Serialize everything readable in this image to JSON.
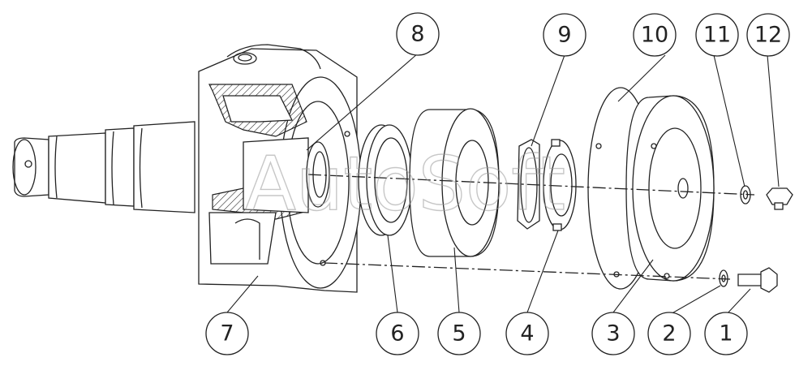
{
  "diagram": {
    "watermark": "AutoSoft",
    "callouts": [
      {
        "id": "8",
        "label": "8"
      },
      {
        "id": "9",
        "label": "9"
      },
      {
        "id": "10",
        "label": "10"
      },
      {
        "id": "11",
        "label": "11"
      },
      {
        "id": "12",
        "label": "12"
      },
      {
        "id": "7",
        "label": "7"
      },
      {
        "id": "6",
        "label": "6"
      },
      {
        "id": "5",
        "label": "5"
      },
      {
        "id": "4",
        "label": "4"
      },
      {
        "id": "3",
        "label": "3"
      },
      {
        "id": "2",
        "label": "2"
      },
      {
        "id": "1",
        "label": "1"
      }
    ]
  }
}
